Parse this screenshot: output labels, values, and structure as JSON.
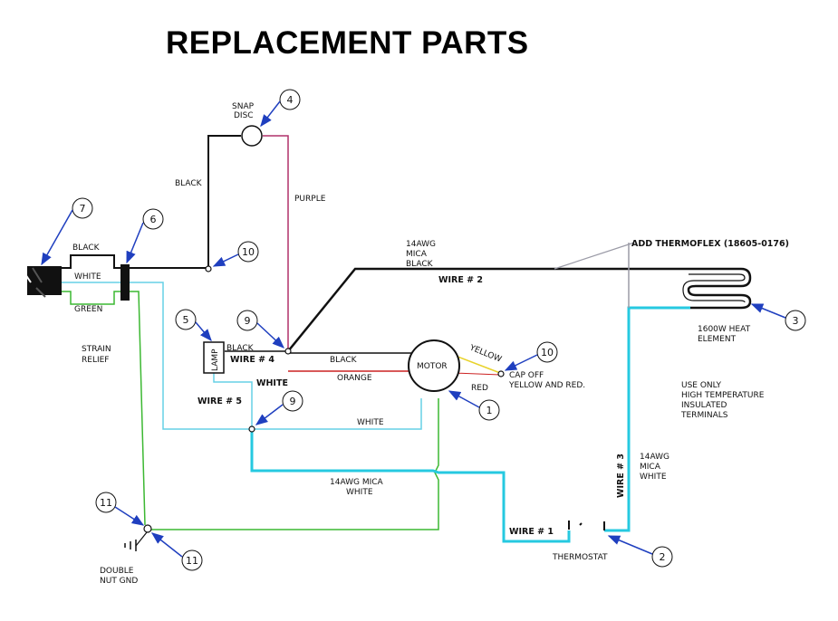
{
  "title": "REPLACEMENT PARTS",
  "colors": {
    "black": "#111111",
    "white_wire": "#66d0e6",
    "cyan": "#26c9e0",
    "green": "#3cb832",
    "purple": "#b0306a",
    "red": "#cc2222",
    "yellow": "#e8d22a",
    "gray": "#9a9aa6",
    "arrow": "#1f3fbf"
  },
  "labels": {
    "snap_disc_1": "SNAP",
    "snap_disc_2": "DISC",
    "black_top": "BLACK",
    "purple": "PURPLE",
    "black_plug": "BLACK",
    "white_plug": "WHITE",
    "green_plug": "GREEN",
    "strain_1": "STRAIN",
    "strain_2": "RELIEF",
    "mica_1": "14AWG",
    "mica_2": "MICA",
    "mica_3": "BLACK",
    "wire2": "WIRE # 2",
    "thermoflex": "ADD THERMOFLEX (18605-0176)",
    "heat_1": "1600W HEAT",
    "heat_2": "ELEMENT",
    "use_1": "USE ONLY",
    "use_2": "HIGH TEMPERATURE",
    "use_3": "INSULATED",
    "use_4": "TERMINALS",
    "lamp": "LAMP",
    "black_lamp": "BLACK",
    "wire4": "WIRE # 4",
    "white_lamp": "WHITE",
    "wire5": "WIRE # 5",
    "black_motor": "BLACK",
    "orange": "ORANGE",
    "motor": "MOTOR",
    "yellow": "YELLOW",
    "red": "RED",
    "cap_1": "CAP OFF",
    "cap_2": "YELLOW AND RED.",
    "white_bottom": "WHITE",
    "mica_w_1": "14AWG MICA",
    "mica_w_2": "WHITE",
    "wire1": "WIRE # 1",
    "thermostat": "THERMOSTAT",
    "wire3": "WIRE # 3",
    "mica_r_1": "14AWG",
    "mica_r_2": "MICA",
    "mica_r_3": "WHITE",
    "gnd_1": "DOUBLE",
    "gnd_2": "NUT GND"
  },
  "callouts": {
    "c1": "1",
    "c2": "2",
    "c3": "3",
    "c4": "4",
    "c5": "5",
    "c6": "6",
    "c7": "7",
    "c9a": "9",
    "c9b": "9",
    "c10a": "10",
    "c10b": "10",
    "c11a": "11",
    "c11b": "11"
  }
}
